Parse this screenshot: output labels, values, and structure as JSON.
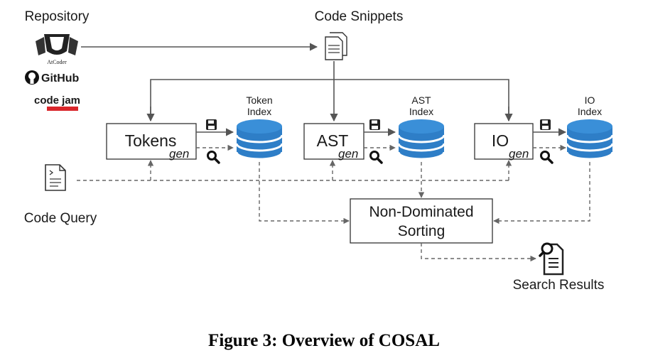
{
  "labels": {
    "repository": "Repository",
    "code_snippets": "Code Snippets",
    "code_query": "Code Query",
    "search_results": "Search Results",
    "atcoder": "AtCoder",
    "github": "GitHub",
    "codejam": "code jam"
  },
  "gen_boxes": [
    {
      "key": "tokens",
      "label": "Tokens",
      "sub": "gen"
    },
    {
      "key": "ast",
      "label": "AST",
      "sub": "gen"
    },
    {
      "key": "io",
      "label": "IO",
      "sub": "gen"
    }
  ],
  "indexes": [
    {
      "key": "token",
      "line1": "Token",
      "line2": "Index"
    },
    {
      "key": "ast",
      "line1": "AST",
      "line2": "Index"
    },
    {
      "key": "io",
      "line1": "IO",
      "line2": "Index"
    }
  ],
  "sorting": {
    "line1": "Non-Dominated",
    "line2": "Sorting"
  },
  "caption": "Figure 3: Overview of COSAL",
  "colors": {
    "db_blue": "#2e7ec7",
    "db_dark": "#1d5f9e",
    "line": "#555555",
    "codejam_red": "#d9262b"
  }
}
